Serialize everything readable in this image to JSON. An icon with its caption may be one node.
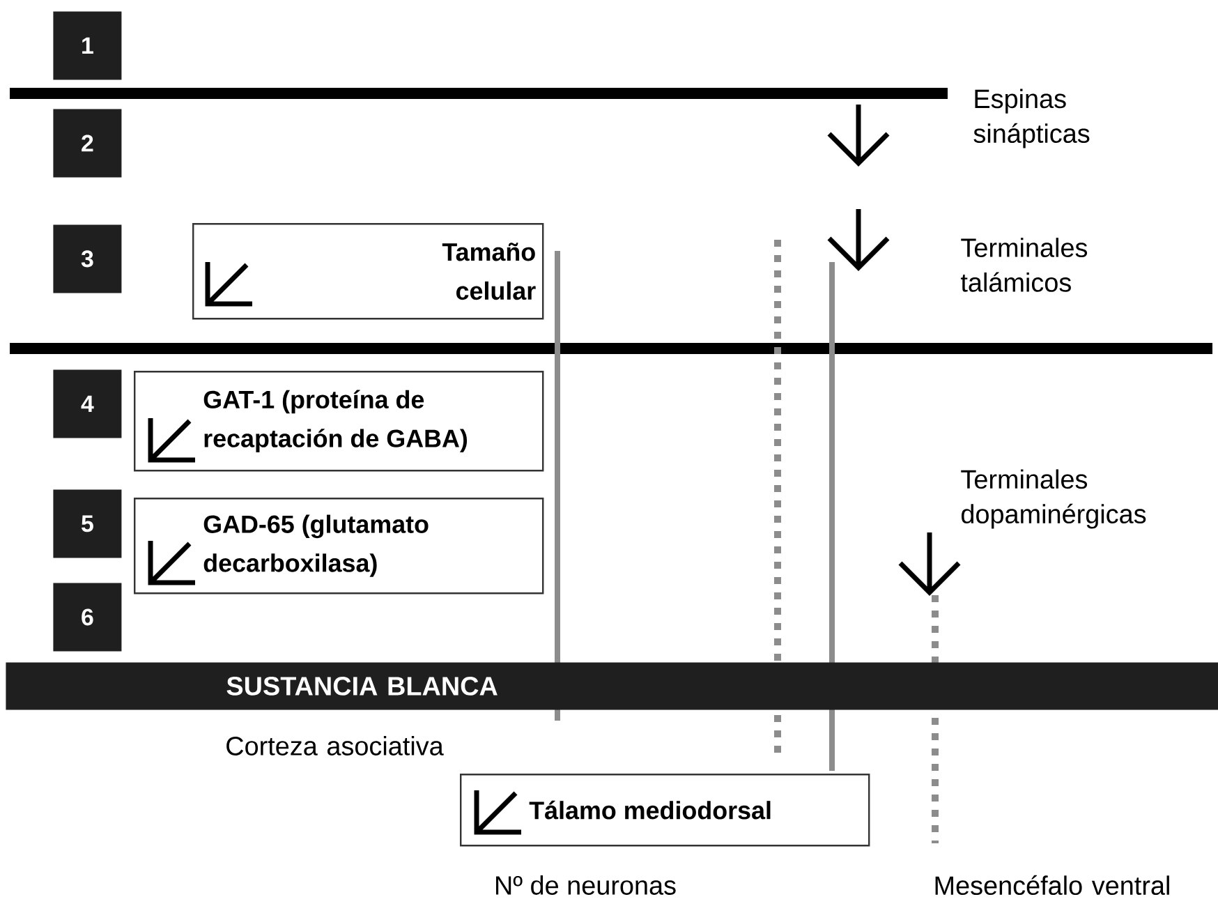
{
  "diagram": {
    "nodes": [
      {
        "text": [
          "1"
        ]
      },
      {
        "text": [
          "2"
        ]
      },
      {
        "text": [
          "3"
        ]
      },
      {
        "text": [
          "4"
        ]
      },
      {
        "text": [
          "5"
        ]
      },
      {
        "text": [
          "6"
        ]
      },
      {
        "text": [
          "Tamaño celular"
        ]
      },
      {
        "text": [
          "GAT-1 (proteína de recaptación de GABA)"
        ]
      },
      {
        "text": [
          "GAD-65 (glutamato decarboxilasa)"
        ]
      },
      {
        "text": [
          "SUSTANCIA BLANCA"
        ]
      },
      {
        "text": [
          "Tálamo mediodorsal"
        ],
        "beside": [
          "Nº de neuronas"
        ]
      }
    ],
    "labels": [
      "Espinas sinápticas",
      "Terminales talámicos",
      "Terminales dopaminérgicas",
      "Corteza asociativa",
      "Mesencéfalo ventral"
    ]
  }
}
